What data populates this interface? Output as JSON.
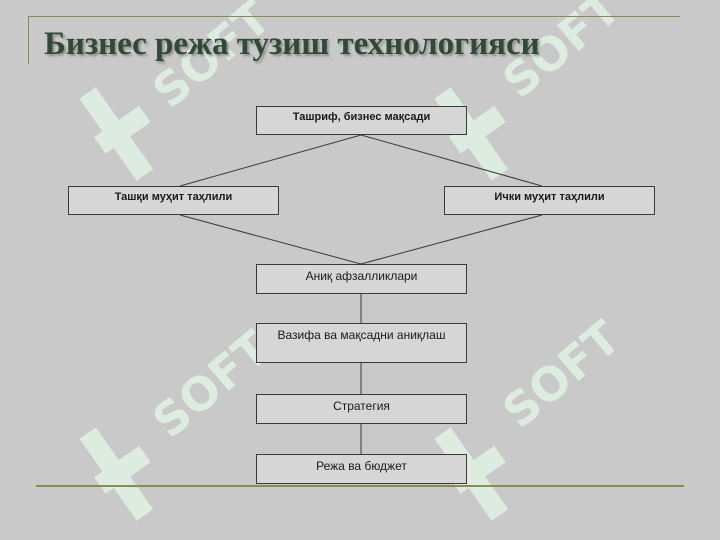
{
  "title": "Бизнес режа тузиш технологияси",
  "diagram": {
    "nodes": [
      {
        "id": "mission",
        "label": "Ташриф, бизнес мақсади"
      },
      {
        "id": "external",
        "label": "Ташқи муҳит таҳлили"
      },
      {
        "id": "internal",
        "label": "Ички муҳит таҳлили"
      },
      {
        "id": "advantages",
        "label": "Аниқ афзалликлари"
      },
      {
        "id": "goals",
        "label": "Вазифа ва мақсадни аниқлаш"
      },
      {
        "id": "strategy",
        "label": "Стратегия"
      },
      {
        "id": "budget",
        "label": "Режа ва бюджет"
      }
    ],
    "edges": [
      [
        "mission",
        "external"
      ],
      [
        "mission",
        "internal"
      ],
      [
        "external",
        "advantages"
      ],
      [
        "internal",
        "advantages"
      ],
      [
        "advantages",
        "goals"
      ],
      [
        "goals",
        "strategy"
      ],
      [
        "strategy",
        "budget"
      ]
    ]
  },
  "watermark": {
    "text": "SOFT",
    "color": "#dff3e3"
  }
}
